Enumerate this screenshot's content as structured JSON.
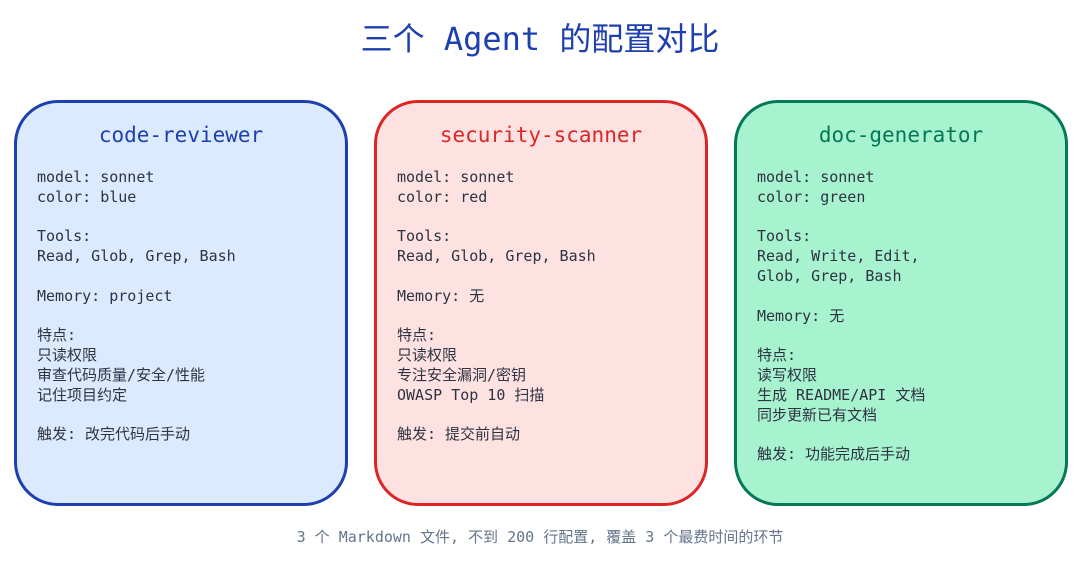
{
  "title": "三个 Agent 的配置对比",
  "cards": [
    {
      "name": "code-reviewer",
      "border_color": "#1e40af",
      "fill_color": "#dbeafe",
      "lines": [
        "model: sonnet",
        "color: blue",
        "",
        "Tools:",
        "Read, Glob, Grep, Bash",
        "",
        "Memory: project",
        "",
        "特点:",
        "只读权限",
        "审查代码质量/安全/性能",
        "记住项目约定",
        "",
        "触发: 改完代码后手动"
      ]
    },
    {
      "name": "security-scanner",
      "border_color": "#dc2626",
      "fill_color": "#fee2e2",
      "lines": [
        "model: sonnet",
        "color: red",
        "",
        "Tools:",
        "Read, Glob, Grep, Bash",
        "",
        "Memory: 无",
        "",
        "特点:",
        "只读权限",
        "专注安全漏洞/密钥",
        "OWASP Top 10 扫描",
        "",
        "触发: 提交前自动"
      ]
    },
    {
      "name": "doc-generator",
      "border_color": "#047857",
      "fill_color": "#a7f3d0",
      "lines": [
        "model: sonnet",
        "color: green",
        "",
        "Tools:",
        "Read, Write, Edit,",
        "Glob, Grep, Bash",
        "",
        "Memory: 无",
        "",
        "特点:",
        "读写权限",
        "生成 README/API 文档",
        "同步更新已有文档",
        "",
        "触发: 功能完成后手动"
      ]
    }
  ],
  "footer": "3 个 Markdown 文件, 不到 200 行配置, 覆盖 3 个最费时间的环节"
}
